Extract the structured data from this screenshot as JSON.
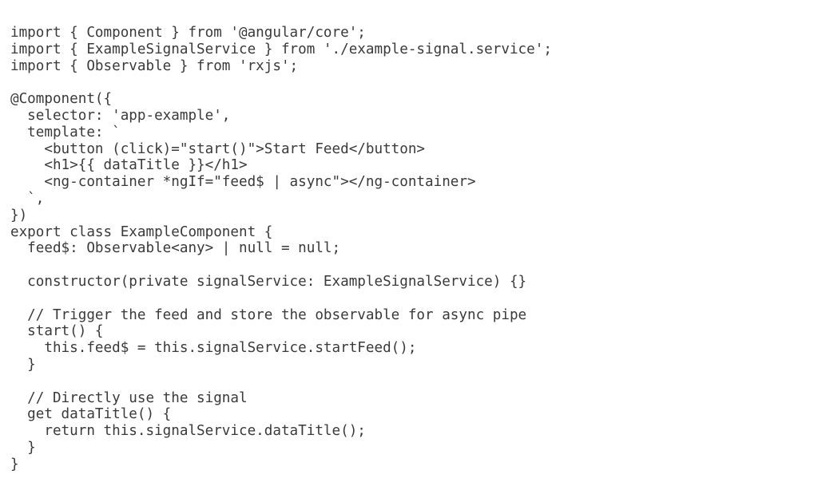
{
  "code": {
    "lines": [
      "import { Component } from '@angular/core';",
      "import { ExampleSignalService } from './example-signal.service';",
      "import { Observable } from 'rxjs';",
      "",
      "@Component({",
      "  selector: 'app-example',",
      "  template: `",
      "    <button (click)=\"start()\">Start Feed</button>",
      "    <h1>{{ dataTitle }}</h1>",
      "    <ng-container *ngIf=\"feed$ | async\"></ng-container>",
      "  `,",
      "})",
      "export class ExampleComponent {",
      "  feed$: Observable<any> | null = null;",
      "",
      "  constructor(private signalService: ExampleSignalService) {}",
      "",
      "  // Trigger the feed and store the observable for async pipe",
      "  start() {",
      "    this.feed$ = this.signalService.startFeed();",
      "  }",
      "",
      "  // Directly use the signal",
      "  get dataTitle() {",
      "    return this.signalService.dataTitle();",
      "  }",
      "}"
    ]
  }
}
